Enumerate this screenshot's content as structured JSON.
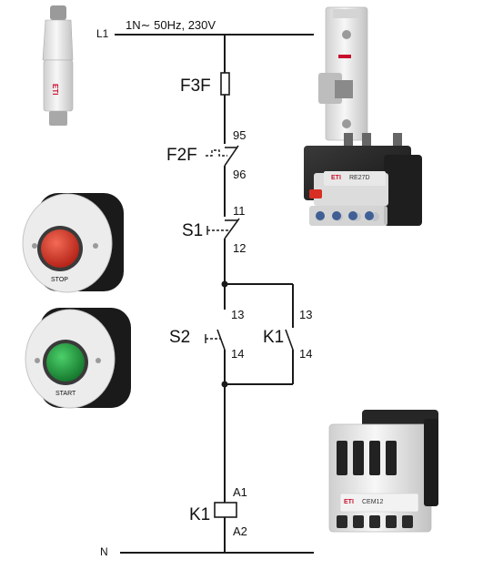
{
  "supply": {
    "line_label": "L1",
    "neutral_label": "N",
    "spec": "1N∼ 50Hz, 230V"
  },
  "components": {
    "fuse": {
      "label": "F3F"
    },
    "overload": {
      "label": "F2F",
      "terminal_top": "95",
      "terminal_bottom": "96"
    },
    "stop": {
      "label": "S1",
      "terminal_top": "11",
      "terminal_bottom": "12"
    },
    "start": {
      "label": "S2",
      "terminal_top": "13",
      "terminal_bottom": "14"
    },
    "holding": {
      "label": "K1",
      "terminal_top": "13",
      "terminal_bottom": "14"
    },
    "coil": {
      "label": "K1",
      "terminal_top": "A1",
      "terminal_bottom": "A2"
    }
  },
  "photos": {
    "fuse_brand": "ETI",
    "relay_brand": "ETI",
    "relay_model": "RE27D",
    "stop_button_text": "STOP",
    "start_button_text": "START",
    "contactor_brand": "ETI",
    "contactor_model": "CEM12"
  },
  "colors": {
    "wire": "#1a1a1a",
    "stop_red": "#d8352a",
    "start_green": "#22a140",
    "device_grey": "#e6e6e6",
    "device_dark": "#2a2a2a",
    "eti_red": "#c8102e"
  }
}
